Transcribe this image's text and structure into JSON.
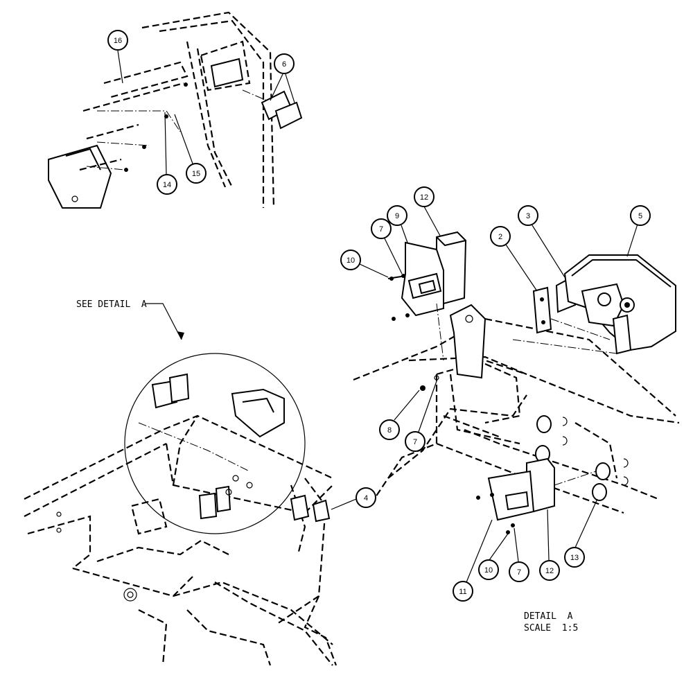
{
  "see_detail_label": "SEE DETAIL  A",
  "detail_title": "DETAIL  A",
  "detail_scale": "SCALE  1:5",
  "callouts": [
    "16",
    "6",
    "14",
    "15",
    "12",
    "9",
    "7",
    "10",
    "3",
    "2",
    "5",
    "8",
    "7",
    "4",
    "11",
    "10",
    "7",
    "12",
    "13"
  ]
}
